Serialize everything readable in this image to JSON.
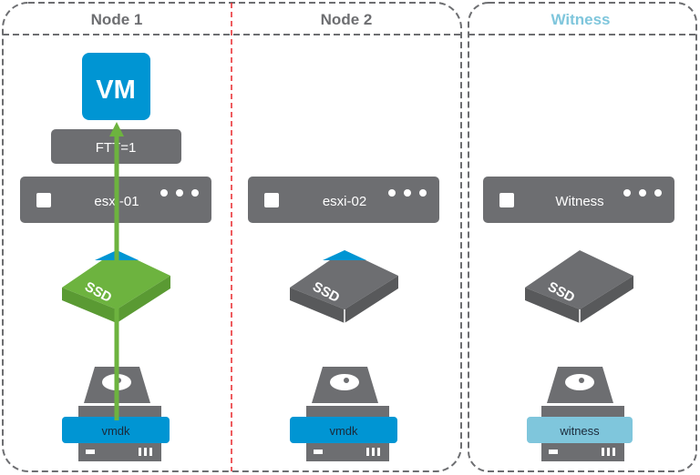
{
  "nodes": [
    {
      "title": "Node 1",
      "host": "esx -01",
      "disk_label": "vmdk"
    },
    {
      "title": "Node 2",
      "host": "esxi-02",
      "disk_label": "vmdk"
    },
    {
      "title": "Witness",
      "host": "Witness",
      "disk_label": "witness"
    }
  ],
  "vm": {
    "label": "VM"
  },
  "policy": {
    "label": "FTT=1"
  },
  "ssd": {
    "label": "SSD"
  },
  "colors": {
    "gray": "#6d6e71",
    "blue": "#0095d3",
    "green": "#6db33f",
    "witness": "#7fc6dc",
    "split": "#e8262a"
  }
}
